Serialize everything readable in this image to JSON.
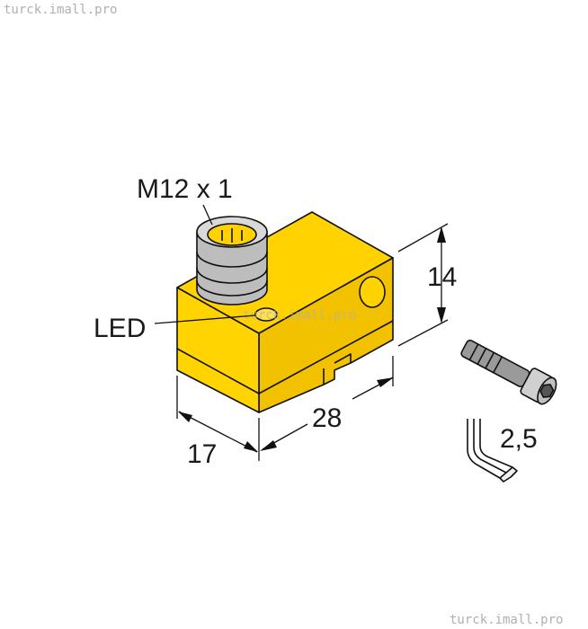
{
  "watermarks": {
    "top_left": "turck.imall.pro",
    "bottom_right": "turck.imall.pro",
    "center": "turck.imall.pro"
  },
  "labels": {
    "connector": "M12 x 1",
    "led": "LED",
    "height": "14",
    "length": "28",
    "width": "17",
    "hex_key": "2,5"
  },
  "colors": {
    "body": "#FFD200",
    "body_shade": "#E8B800",
    "connector_grey": "#C8C8C8",
    "outline": "#111111"
  }
}
